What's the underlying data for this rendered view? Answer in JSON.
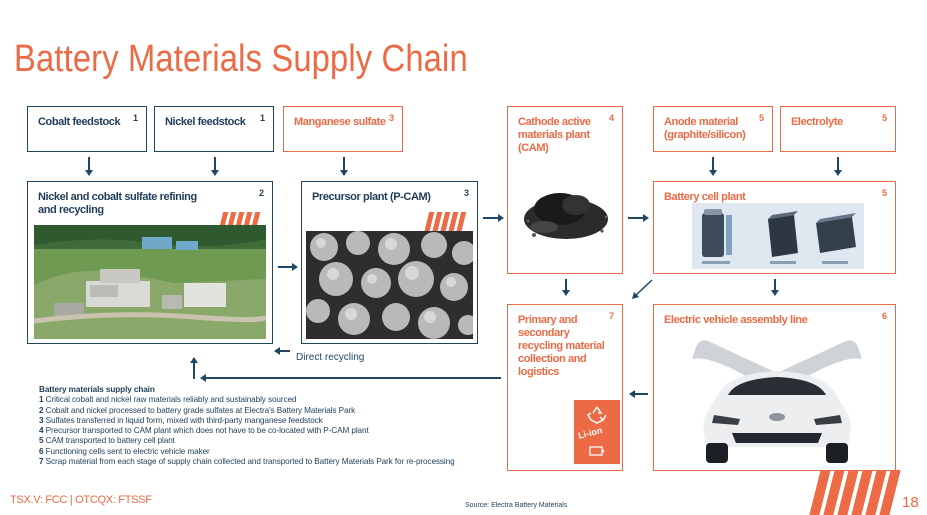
{
  "title": "Battery Materials Supply Chain",
  "boxes": {
    "cobalt": {
      "label": "Cobalt feedstock",
      "num": "1"
    },
    "nickel": {
      "label": "Nickel feedstock",
      "num": "1"
    },
    "manganese": {
      "label": "Manganese sulfate",
      "num": "3"
    },
    "cam": {
      "label": "Cathode active materials plant (CAM)",
      "num": "4"
    },
    "anode": {
      "label": "Anode material (graphite/silicon)",
      "num": "5"
    },
    "electrolyte": {
      "label": "Electrolyte",
      "num": "5"
    },
    "refining": {
      "label": "Nickel and cobalt sulfate refining and recycling",
      "num": "2"
    },
    "pcam": {
      "label": "Precursor plant (P-CAM)",
      "num": "3"
    },
    "cell": {
      "label": "Battery cell plant",
      "num": "5"
    },
    "recycling": {
      "label": "Primary and secondary recycling material collection and logistics",
      "num": "7"
    },
    "ev": {
      "label": "Electric vehicle assembly line",
      "num": "6"
    }
  },
  "direct_recycling_label": "Direct recycling",
  "legend": {
    "heading": "Battery materials supply chain",
    "items": [
      {
        "num": "1",
        "text": "Critical cobalt and nickel raw materials reliably and sustainably sourced"
      },
      {
        "num": "2",
        "text": "Cobalt and nickel processed to battery grade sulfates at Electra's Battery Materials Park"
      },
      {
        "num": "3",
        "text": "Sulfates transferred in liquid form, mixed with third-party manganese feedstock"
      },
      {
        "num": "4",
        "text": "Precursor transported to CAM plant which does not have to be co-located with P-CAM plant"
      },
      {
        "num": "5",
        "text": "CAM transported to battery cell plant"
      },
      {
        "num": "6",
        "text": "Functioning cells sent to electric vehicle maker"
      },
      {
        "num": "7",
        "text": "Scrap material from each stage of supply chain collected and transported to Battery Materials Park for re-processing"
      }
    ]
  },
  "recycle_bin_text": "Li-ion",
  "footer": {
    "ticker": "TSX.V: FCC | OTCQX: FTSSF",
    "source": "Source: Electra Battery Materials",
    "page": "18"
  },
  "colors": {
    "accent": "#ec6a45",
    "navy": "#1f4763"
  },
  "icons": [
    "battery-icon",
    "recycle-icon"
  ]
}
